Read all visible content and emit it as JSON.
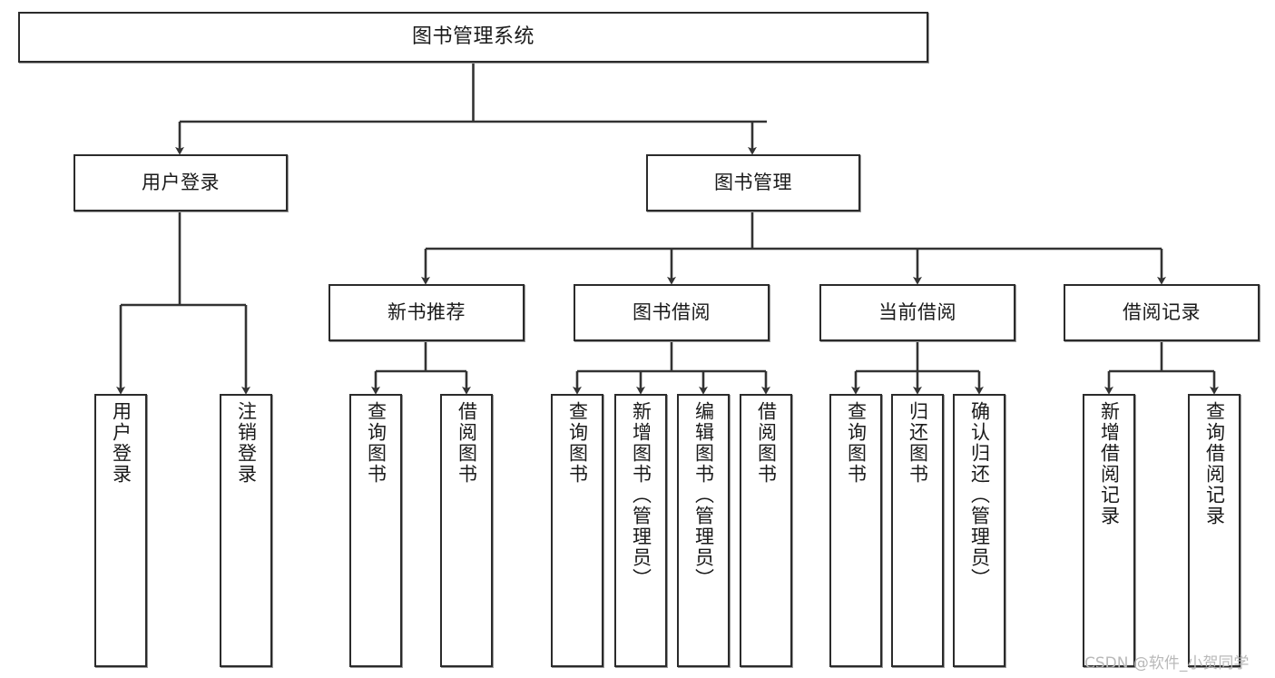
{
  "diagram": {
    "title": "图书管理系统",
    "type": "tree-hierarchy-chart",
    "colors": {
      "box_border": "#2b2b2b",
      "box_fill": "#ffffff",
      "edge": "#333333",
      "text": "#1a1a1a",
      "watermark": "#b9b9b9",
      "background": "#ffffff"
    },
    "root": {
      "label": "图书管理系统"
    },
    "level2": [
      {
        "label": "用户登录"
      },
      {
        "label": "图书管理"
      }
    ],
    "level3": [
      {
        "label": "新书推荐"
      },
      {
        "label": "图书借阅"
      },
      {
        "label": "当前借阅"
      },
      {
        "label": "借阅记录"
      }
    ],
    "leaves": {
      "user_login": [
        {
          "label": "用户登录"
        },
        {
          "label": "注销登录"
        }
      ],
      "new_book_recommend": [
        {
          "label": "查询图书"
        },
        {
          "label": "借阅图书"
        }
      ],
      "book_borrow": [
        {
          "label": "查询图书"
        },
        {
          "label": "新增图书（管理员）"
        },
        {
          "label": "编辑图书（管理员）"
        },
        {
          "label": "借阅图书"
        }
      ],
      "current_borrow": [
        {
          "label": "查询图书"
        },
        {
          "label": "归还图书"
        },
        {
          "label": "确认归还（管理员）"
        }
      ],
      "borrow_record": [
        {
          "label": "新增借阅记录"
        },
        {
          "label": "查询借阅记录"
        }
      ]
    }
  },
  "watermark": {
    "text": "CSDN @软件_小贺同学"
  }
}
